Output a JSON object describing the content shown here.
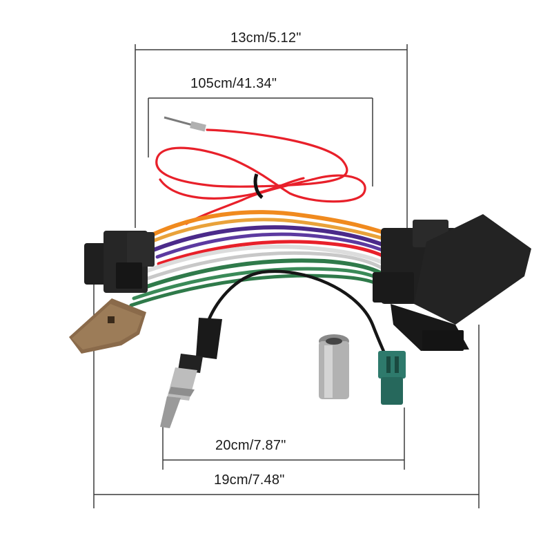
{
  "dimensions": {
    "top_width": "13cm/5.12\"",
    "cable_length": "105cm/41.34\"",
    "antenna_adapter_width": "20cm/7.87\"",
    "overall_width": "19cm/7.48\""
  },
  "colors": {
    "background": "#ffffff",
    "dimension_line": "#3a3a3a",
    "connector_black": "#1f1f1f",
    "red_wire": "#e8202a",
    "orange_wire": "#f08a1e",
    "purple_wire": "#4b2a8a",
    "green_wire": "#2f7a4a",
    "white_wire": "#dcdcdc",
    "fakra_teal": "#2e7a6c",
    "metal_tab": "#8a6a4a"
  }
}
